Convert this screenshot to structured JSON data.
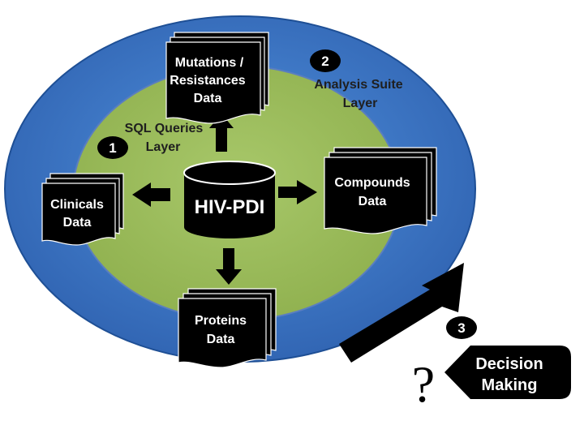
{
  "center": {
    "title": "HIV-PDI"
  },
  "layers": {
    "sql": {
      "number": "1",
      "line1": "SQL Queries",
      "line2": "Layer"
    },
    "analysis": {
      "number": "2",
      "line1": "Analysis Suite",
      "line2": "Layer"
    },
    "decision": {
      "number": "3",
      "question_mark": "?"
    }
  },
  "documents": {
    "mutations": {
      "line1": "Mutations /",
      "line2": "Resistances",
      "line3": "Data"
    },
    "compounds": {
      "line1": "Compounds",
      "line2": "Data"
    },
    "clinicals": {
      "line1": "Clinicals",
      "line2": "Data"
    },
    "proteins": {
      "line1": "Proteins",
      "line2": "Data"
    }
  },
  "decision_box": {
    "line1": "Decision",
    "line2": "Making"
  },
  "colors": {
    "outer_ring": "#3a74c4",
    "inner_ring": "#9bbb59",
    "shapes": "#000000",
    "text_on_shapes": "#ffffff"
  }
}
